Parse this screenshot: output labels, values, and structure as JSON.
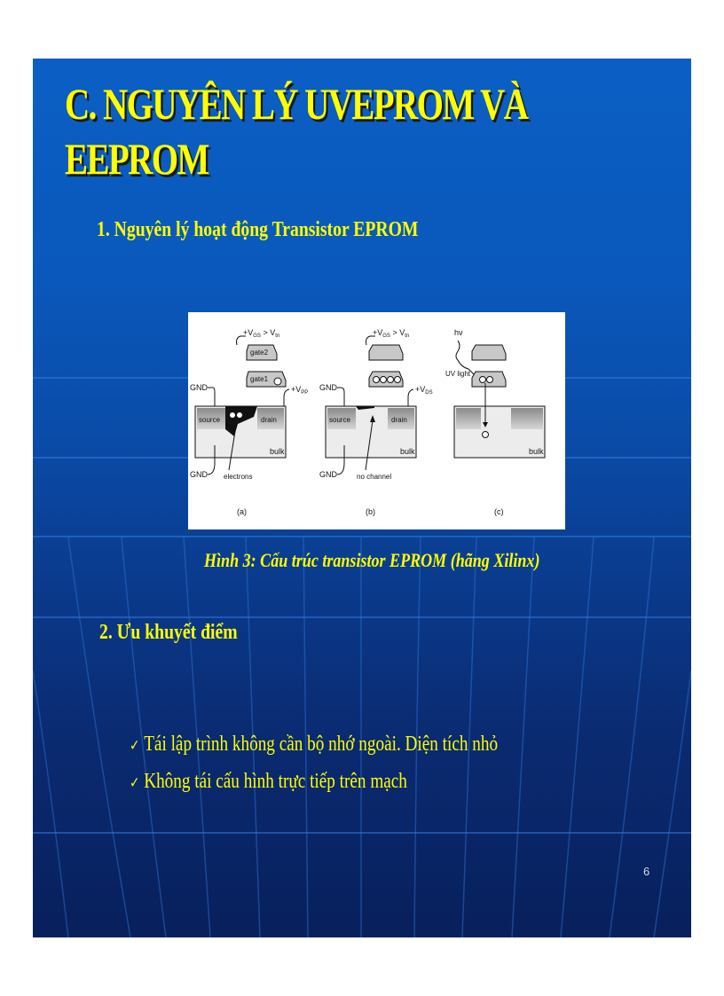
{
  "slide": {
    "title_lines": [
      "C. NGUYÊN LÝ UVEPROM VÀ",
      "EEPROM"
    ],
    "section1": "1. Nguyên lý hoạt động Transistor EPROM",
    "figure": {
      "panels": [
        {
          "label": "(a)",
          "top_voltage": "+V",
          "top_voltage_sub": "GS",
          "top_voltage_suffix": " > V",
          "top_voltage_suffix_sub": "tn",
          "gate2": "gate2",
          "gate1": "gate1",
          "gnd_top": "GND",
          "drain_voltage": "+V",
          "drain_voltage_sub": "PP",
          "source": "source",
          "drain": "drain",
          "bulk": "bulk",
          "gnd_bottom": "GND",
          "bottom_note": "electrons"
        },
        {
          "label": "(b)",
          "top_voltage": "+V",
          "top_voltage_sub": "GS",
          "top_voltage_suffix": " > V",
          "top_voltage_suffix_sub": "tn",
          "gnd_top": "GND",
          "drain_voltage": "+V",
          "drain_voltage_sub": "DS",
          "source": "source",
          "drain": "drain",
          "bulk": "bulk",
          "gnd_bottom": "GND",
          "bottom_note": "no channel"
        },
        {
          "label": "(c)",
          "photon": "hν",
          "uv": "UV light",
          "bulk": "bulk"
        }
      ]
    },
    "caption": "Hình 3: Cấu trúc transistor EPROM (hãng Xilinx)",
    "section2": "2. Ưu khuyết điểm",
    "bullets": [
      {
        "icon": "✓",
        "text": "Tái lập trình không cần bộ nhớ ngoài. Diện tích nhỏ"
      },
      {
        "icon": "✓",
        "text": "Không tái cấu hình trực tiếp trên mạch"
      }
    ],
    "page_number": "6"
  },
  "colors": {
    "title": "#ffff00",
    "background_top": "#0b5fc4",
    "background_bottom": "#08205c",
    "page_number": "#d8dce8"
  }
}
